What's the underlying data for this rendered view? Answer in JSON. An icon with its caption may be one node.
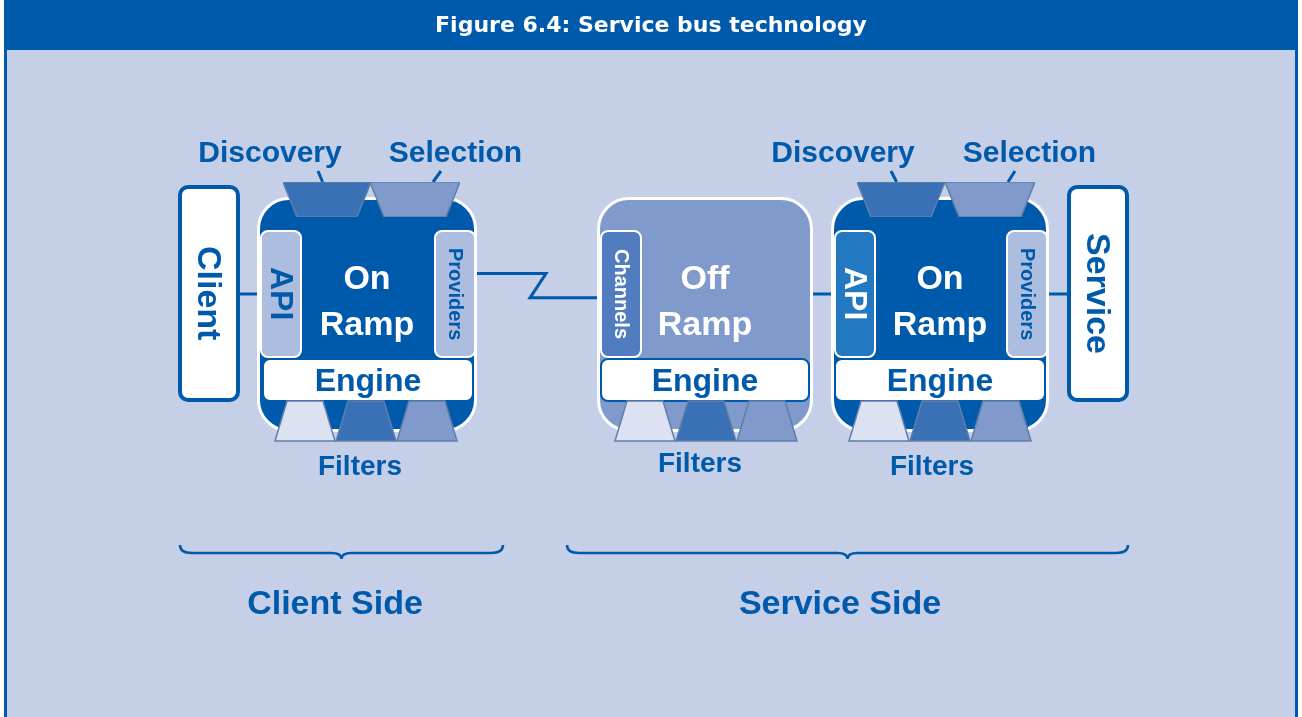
{
  "diagram": {
    "title": "Figure 6.4:  Service bus technology",
    "nodes": [
      {
        "text": [
          "Discovery"
        ]
      },
      {
        "text": [
          "Selection"
        ]
      },
      {
        "text": [
          "Discovery"
        ]
      },
      {
        "text": [
          "Selection"
        ]
      },
      {
        "text": [],
        "shape": "trapezoid"
      },
      {
        "text": [],
        "shape": "trapezoid"
      },
      {
        "text": [],
        "shape": "trapezoid"
      },
      {
        "text": [],
        "shape": "trapezoid"
      },
      {
        "text": [
          "Client"
        ]
      },
      {
        "text": [
          "On Ramp"
        ]
      },
      {
        "text": [
          "API"
        ],
        "in": 9
      },
      {
        "text": [
          "Providers"
        ],
        "in": 9
      },
      {
        "text": [
          "Engine"
        ],
        "in": 9
      },
      {
        "text": [
          "Off Ramp"
        ]
      },
      {
        "text": [
          "Channels"
        ],
        "in": 13
      },
      {
        "text": [
          "Engine"
        ],
        "in": 13
      },
      {
        "text": [
          "On Ramp"
        ]
      },
      {
        "text": [
          "API"
        ],
        "in": 16
      },
      {
        "text": [
          "Providers"
        ],
        "in": 16
      },
      {
        "text": [
          "Engine"
        ],
        "in": 16
      },
      {
        "text": [
          "Service"
        ]
      }
    ],
    "edges": [
      {
        "from": 0,
        "to": 4,
        "arrow": "none"
      },
      {
        "from": 1,
        "to": 5,
        "arrow": "none"
      },
      {
        "from": 2,
        "to": 6,
        "arrow": "none"
      },
      {
        "from": 3,
        "to": 7,
        "arrow": "none"
      },
      {
        "from": 8,
        "to": 10,
        "arrow": "none"
      },
      {
        "from": 11,
        "to": 14,
        "arrow": "none"
      },
      {
        "from": 13,
        "to": 17,
        "arrow": "none"
      },
      {
        "from": 18,
        "to": 20,
        "arrow": "none"
      }
    ],
    "labels": [
      "Filters",
      "Filters",
      "Filters",
      "Client Side",
      "Service Side"
    ]
  }
}
